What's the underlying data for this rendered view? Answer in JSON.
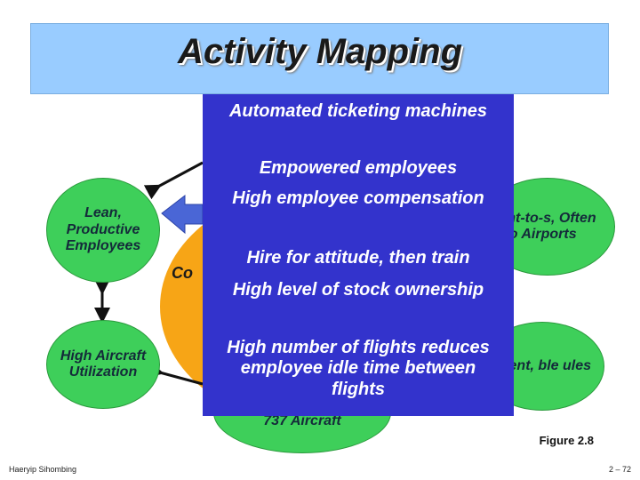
{
  "slide": {
    "title": "Activity Mapping",
    "figure_label": "Figure 2.8",
    "author": "Haeryip Sihombing",
    "page_number": "2 – 72"
  },
  "diagram": {
    "core_label_visible": "Co",
    "nodes": {
      "lean": "Lean, Productive Employees",
      "aircraft_util": "High Aircraft Utilization",
      "point_to_point": "Point-to-s, Often to Airports",
      "schedules": "ent, ble ules",
      "aircraft_737": "737 Aircraft"
    }
  },
  "overlay": {
    "items": [
      "Automated ticketing machines",
      "Empowered employees",
      "High employee compensation",
      "Hire for attitude, then train",
      "High level of stock ownership",
      "High number of flights reduces employee idle time between flights"
    ]
  },
  "colors": {
    "title_band": "#99ccff",
    "core": "#f7a516",
    "node": "#3ecf5a",
    "overlay": "#3333cc",
    "arrow": "#4a66d6"
  }
}
